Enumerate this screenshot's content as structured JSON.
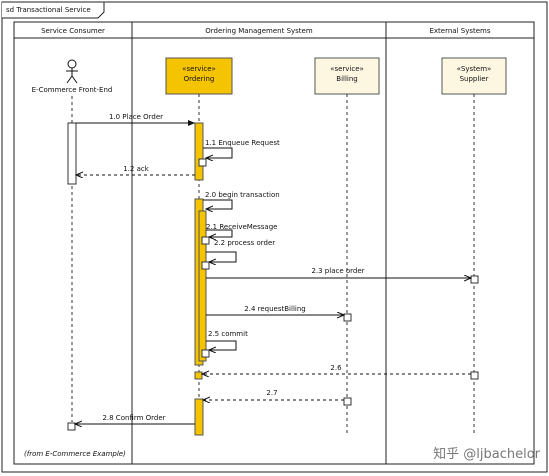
{
  "frame": {
    "title": "sd Transactional Service"
  },
  "swimlanes": [
    {
      "title": "Service Consumer"
    },
    {
      "title": "Ordering Management System"
    },
    {
      "title": "External Systems"
    }
  ],
  "lifelines": [
    {
      "kind": "actor",
      "label": "E-Commerce Front-End"
    },
    {
      "kind": "box",
      "stereotype": "«service»",
      "label": "Ordering",
      "color": "#f5c400"
    },
    {
      "kind": "box",
      "stereotype": "«service»",
      "label": "Billing",
      "color": "#fdf7e2"
    },
    {
      "kind": "box",
      "stereotype": "«System»",
      "label": "Supplier",
      "color": "#fdf7e2"
    }
  ],
  "messages": [
    {
      "label": "1.0 Place Order"
    },
    {
      "label": "1.1 Enqueue Request"
    },
    {
      "label": "1.2 ack"
    },
    {
      "label": "2.0 begin transaction"
    },
    {
      "label": "2.1 ReceiveMessage"
    },
    {
      "label": "2.2 process order"
    },
    {
      "label": "2.3 place order"
    },
    {
      "label": "2.4 requestBilling"
    },
    {
      "label": "2.5 commit"
    },
    {
      "label": "2.6"
    },
    {
      "label": "2.7"
    },
    {
      "label": "2.8 Confirm Order"
    }
  ],
  "note": "(from E-Commerce Example)",
  "watermark": "知乎 @ljbachelor"
}
